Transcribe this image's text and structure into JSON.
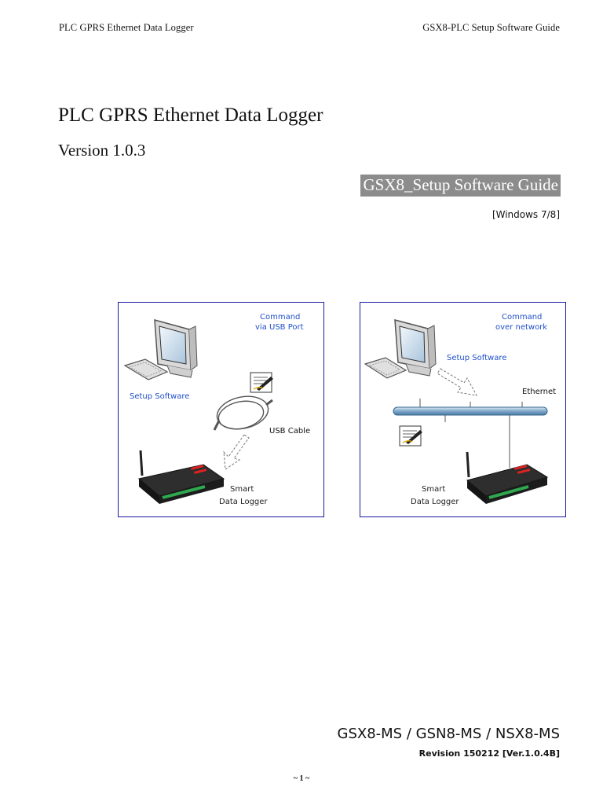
{
  "header": {
    "left": "PLC GPRS Ethernet Data Logger",
    "right": "GSX8-PLC Setup Software Guide"
  },
  "doc": {
    "title": "PLC GPRS Ethernet Data Logger",
    "version": "Version 1.0.3",
    "guide_title": "GSX8_Setup Software Guide",
    "os": "[Windows 7/8]"
  },
  "figure1": {
    "caption_line1": "Command",
    "caption_line2": "via USB Port",
    "setup_label": "Setup Software",
    "cable_label": "USB Cable",
    "device_line1": "Smart",
    "device_line2": "Data Logger"
  },
  "figure2": {
    "caption_line1": "Command",
    "caption_line2": "over network",
    "setup_label": "Setup Software",
    "network_label": "Ethernet",
    "device_line1": "Smart",
    "device_line2": "Data Logger"
  },
  "footer": {
    "models": "GSX8-MS / GSN8-MS / NSX8-MS",
    "revision": "Revision 150212 [Ver.1.0.4B]",
    "page": "~ 1 ~"
  },
  "colors": {
    "caption_blue": "#1f4fc8",
    "box_border": "#1a1aa0",
    "guide_bg": "#8c8c8c"
  }
}
